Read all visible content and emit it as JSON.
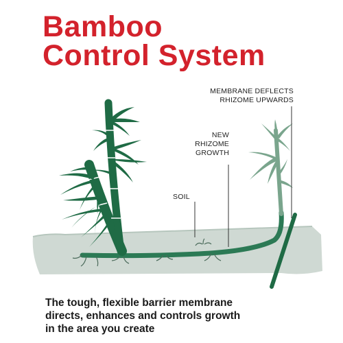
{
  "title": {
    "line1": "Bamboo",
    "line2": "Control System"
  },
  "callouts": {
    "membrane": {
      "line1": "MEMBRANE DEFLECTS",
      "line2": "RHIZOME UPWARDS"
    },
    "rhizome": {
      "line1": "NEW",
      "line2": "RHIZOME",
      "line3": "GROWTH"
    },
    "soil": "SOIL"
  },
  "caption": {
    "line1": "The tough, flexible barrier membrane",
    "line2": "directs, enhances and controls growth",
    "line3": "in the area you create"
  },
  "colors": {
    "title": "#d3222c",
    "bamboo_dark": "#1f6b45",
    "bamboo_light": "#7aa58d",
    "soil": "#cfd9d3"
  }
}
